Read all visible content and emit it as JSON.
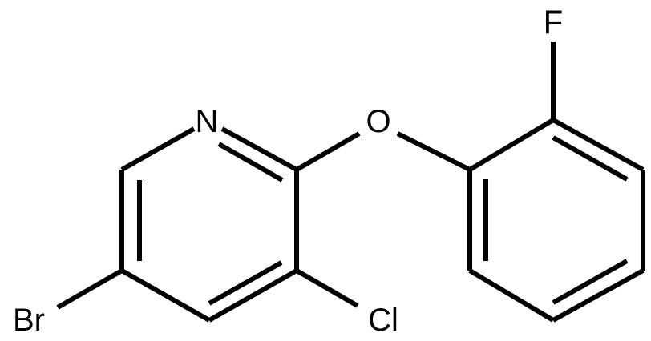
{
  "molecule": {
    "atoms": {
      "N": "N",
      "O": "O",
      "F": "F",
      "Br": "Br",
      "Cl": "Cl"
    },
    "colors": {
      "bond": "#000000",
      "label": "#000000",
      "background": "#ffffff"
    }
  }
}
